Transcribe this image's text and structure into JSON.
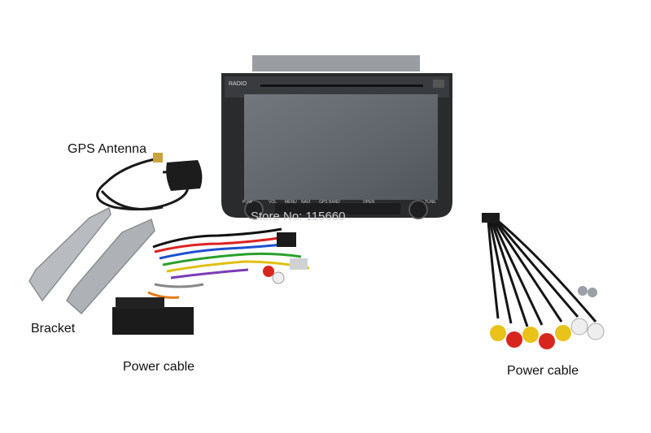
{
  "labels": {
    "gps_antenna": "GPS Antenna",
    "bracket": "Bracket",
    "power_cable_left": "Power cable",
    "power_cable_right": "Power cable"
  },
  "head_unit": {
    "radio_button": "RADIO",
    "watermark": "Store No: 115660",
    "buttons": [
      "POW",
      "VOL",
      "MENU",
      "NAVI",
      "GPS",
      "BAND",
      "OPEN",
      "TUNE"
    ]
  },
  "colors": {
    "screen": "#5e646a",
    "bezel": "#2a2b2d",
    "rca_red": "#d7261e",
    "rca_yellow": "#e9c21a",
    "rca_white": "#eeeeee",
    "connector": "#1b1b1b"
  }
}
